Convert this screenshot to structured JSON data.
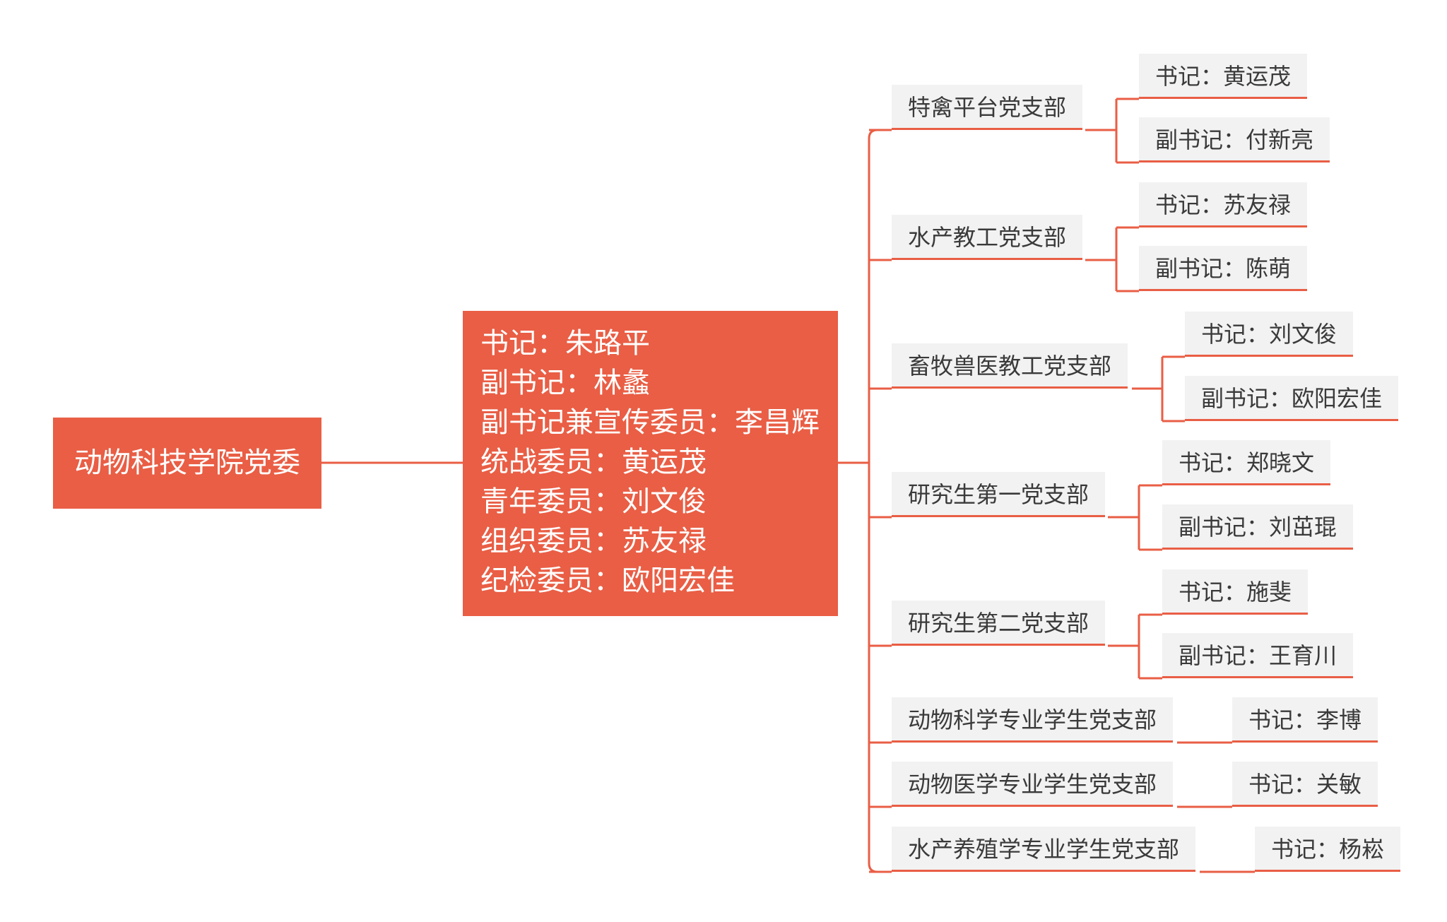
{
  "root": {
    "label": "动物科技学院党委"
  },
  "committee": {
    "lines": [
      "书记：朱路平",
      "副书记：林蠡",
      "副书记兼宣传委员：李昌辉",
      "统战委员：黄运茂",
      "青年委员：刘文俊",
      "组织委员：苏友禄",
      "纪检委员：欧阳宏佳"
    ]
  },
  "branches": [
    {
      "label": "特禽平台党支部",
      "leaves": [
        "书记：黄运茂",
        "副书记：付新亮"
      ]
    },
    {
      "label": "水产教工党支部",
      "leaves": [
        "书记：苏友禄",
        "副书记：陈萌"
      ]
    },
    {
      "label": "畜牧兽医教工党支部",
      "leaves": [
        "书记：刘文俊",
        "副书记：欧阳宏佳"
      ]
    },
    {
      "label": "研究生第一党支部",
      "leaves": [
        "书记：郑晓文",
        "副书记：刘茁琨"
      ]
    },
    {
      "label": "研究生第二党支部",
      "leaves": [
        "书记：施斐",
        "副书记：王育川"
      ]
    },
    {
      "label": "动物科学专业学生党支部",
      "leaves": [
        "书记：李博"
      ]
    },
    {
      "label": "动物医学专业学生党支部",
      "leaves": [
        "书记：关敏"
      ]
    },
    {
      "label": "水产养殖学专业学生党支部",
      "leaves": [
        "书记：杨崧"
      ]
    }
  ],
  "colors": {
    "accent": "#E95E45",
    "node_bg": "#F2F2F2",
    "text_dark": "#3a3a3a",
    "text_light": "#ffffff"
  }
}
